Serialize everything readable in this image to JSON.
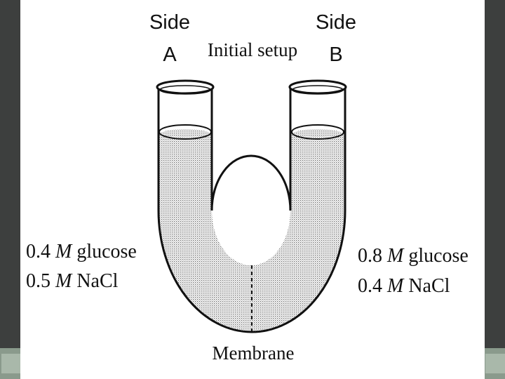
{
  "diagram": {
    "side_a": {
      "word": "Side",
      "letter": "A"
    },
    "side_b": {
      "word": "Side",
      "letter": "B"
    },
    "title": "Initial setup",
    "membrane_label": "Membrane",
    "left_solution": {
      "line1": {
        "value": "0.4",
        "unit": "M",
        "solute": "glucose"
      },
      "line2": {
        "value": "0.5",
        "unit": "M",
        "solute": "NaCl"
      }
    },
    "right_solution": {
      "line1": {
        "value": "0.8",
        "unit": "M",
        "solute": "glucose"
      },
      "line2": {
        "value": "0.4",
        "unit": "M",
        "solute": "NaCl"
      }
    }
  },
  "colors": {
    "frame": "#3d3f3e",
    "footer": "#8a9a8c",
    "slide": "#ffffff",
    "liquid_dots": "#6f6f6f",
    "outline": "#111111"
  }
}
